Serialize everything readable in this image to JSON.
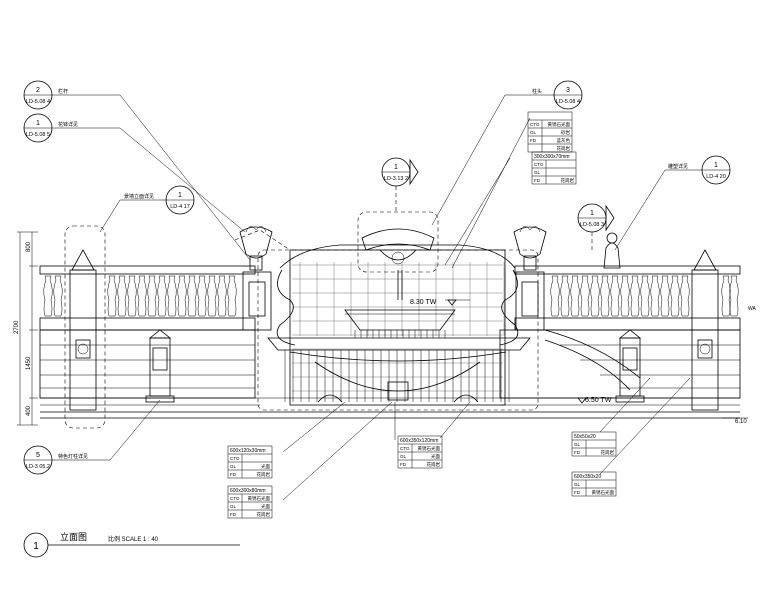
{
  "callouts": {
    "c1": {
      "num": "2",
      "ref": "LD-5.08 4",
      "note": "栏杆"
    },
    "c2": {
      "num": "1",
      "ref": "LD-5.08 5",
      "note": "花钵详见"
    },
    "c3": {
      "num": "1",
      "ref": "LD-4 17",
      "note": "景墙立面详见"
    },
    "c4": {
      "num": "1",
      "ref": "LD-3.13 2",
      "note": ""
    },
    "c5": {
      "num": "3",
      "ref": "LD-5.08 4",
      "note": "柱头"
    },
    "c6": {
      "num": "1",
      "ref": "LD-4 20",
      "note": "雕塑详见"
    },
    "c7": {
      "num": "1",
      "ref": "LD-5.08 3",
      "note": ""
    },
    "c8": {
      "num": "5",
      "ref": "LD-3 05.2",
      "note": "特色灯柱详见"
    }
  },
  "material_tables": {
    "t1": {
      "title": "",
      "rows": [
        [
          "CTG",
          "黄锈石光面"
        ],
        [
          "GL",
          "砂岩"
        ],
        [
          "FD",
          "蓝灰色"
        ],
        [
          "",
          "花岗岩"
        ]
      ]
    },
    "t2": {
      "title": "300x300x70mm",
      "rows": [
        [
          "CTG",
          ""
        ],
        [
          "GL",
          ""
        ],
        [
          "FD",
          "花岗岩"
        ]
      ]
    },
    "t3": {
      "title": "600x120x30mm",
      "rows": [
        [
          "CTG",
          ""
        ],
        [
          "GL",
          "光面"
        ],
        [
          "FD",
          "花岗岩"
        ]
      ]
    },
    "t4": {
      "title": "600x300x80mm",
      "rows": [
        [
          "CTG",
          "黄锈石光面"
        ],
        [
          "GL",
          "光面"
        ],
        [
          "FD",
          "花岗岩"
        ]
      ]
    },
    "t5": {
      "title": "600x350x120mm",
      "rows": [
        [
          "CTG",
          "黄锈石光面"
        ],
        [
          "GL",
          "光面"
        ],
        [
          "FD",
          "花岗岩"
        ]
      ]
    },
    "t6": {
      "title": "50x50x20",
      "rows": [
        [
          "GL",
          ""
        ],
        [
          "FD",
          "花岗岩"
        ]
      ]
    },
    "t7": {
      "title": "600x350x20",
      "rows": [
        [
          "GL",
          ""
        ],
        [
          "FD",
          "黄锈石光面"
        ]
      ]
    }
  },
  "elevations": {
    "e1": "8.30 TW",
    "e2": "6.50 TW",
    "e3": "6.10"
  },
  "dimensions": [
    "800",
    "2700",
    "1450",
    "400"
  ],
  "edge_mark": "WA",
  "title_block": {
    "num": "1",
    "title": "立面图",
    "scale": "比例 SCALE 1 : 40"
  }
}
